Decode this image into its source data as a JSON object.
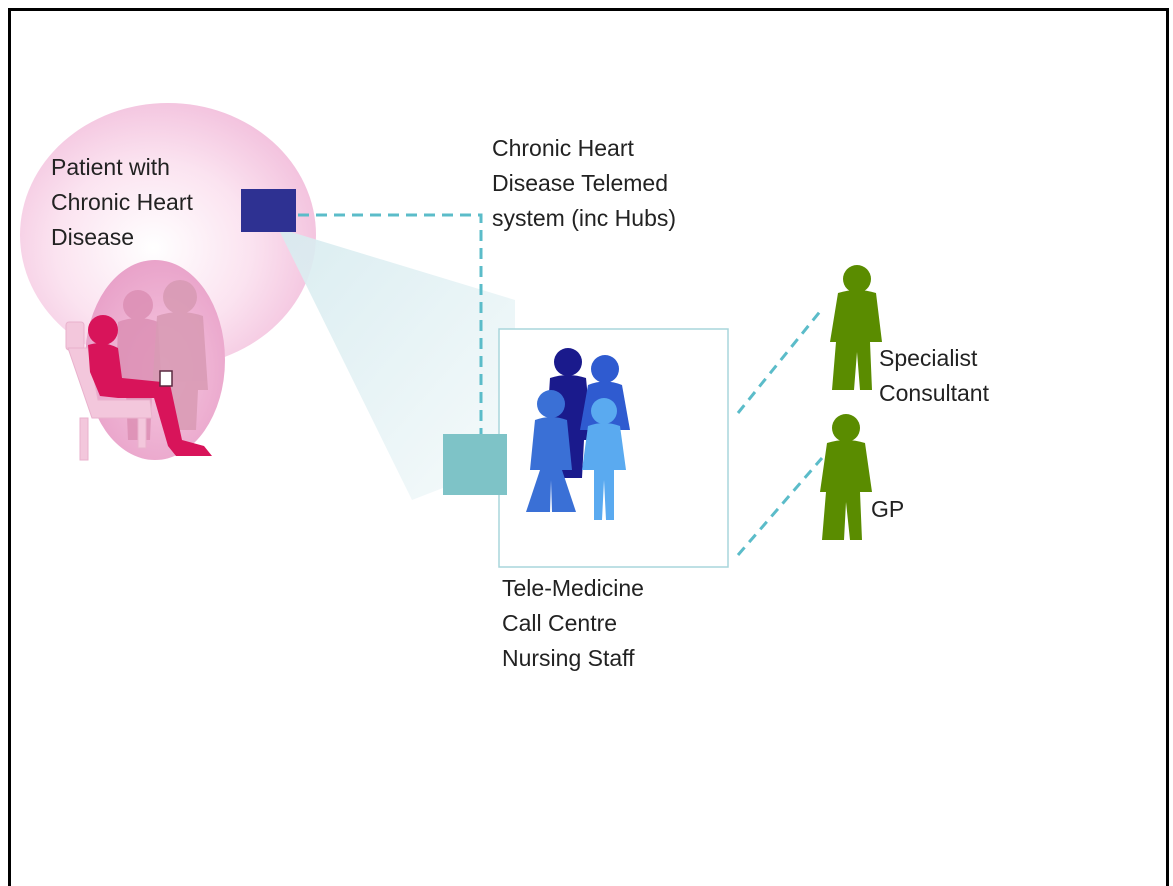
{
  "diagram": {
    "patient": {
      "lines": [
        "Patient with",
        "Chronic Heart",
        "Disease"
      ]
    },
    "telemed_system": {
      "lines": [
        "Chronic Heart",
        "Disease Telemed",
        "system (inc Hubs)"
      ]
    },
    "call_centre": {
      "lines": [
        "Tele-Medicine",
        "Call Centre",
        "Nursing Staff"
      ]
    },
    "specialist": {
      "lines": [
        "Specialist",
        "Consultant"
      ]
    },
    "gp": {
      "label": "GP"
    },
    "colors": {
      "patient_bubble": "#f6cfe6",
      "patient_family": "#eaa4c8",
      "patient": "#d8145a",
      "device": "#2e3192",
      "hub": "#7ec3c7",
      "link_dashed": "#5bbcc9",
      "beam": "#e4f1f4",
      "nurses": [
        "#1a1a8c",
        "#2f5bd0",
        "#3a7fd8",
        "#5aaaf0"
      ],
      "doctors": "#5a8c00"
    }
  }
}
